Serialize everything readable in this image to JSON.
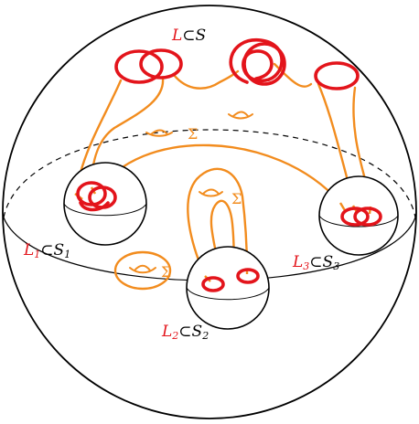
{
  "colors": {
    "link": "#e3141b",
    "surface": "#f28c1e",
    "outline": "#000000",
    "background": "#ffffff"
  },
  "labels": {
    "top": {
      "l": "L",
      "subset": "⊂",
      "s": "S",
      "sub": ""
    },
    "l1": {
      "l": "L",
      "l_sub": "1",
      "subset": "⊂",
      "s": "S",
      "s_sub": "1"
    },
    "l2": {
      "l": "L",
      "l_sub": "2",
      "subset": "⊂",
      "s": "S",
      "s_sub": "2"
    },
    "l3": {
      "l": "L",
      "l_sub": "3",
      "subset": "⊂",
      "s": "S",
      "s_sub": "3"
    }
  },
  "sigma": [
    "Σ",
    "Σ",
    "Σ"
  ]
}
